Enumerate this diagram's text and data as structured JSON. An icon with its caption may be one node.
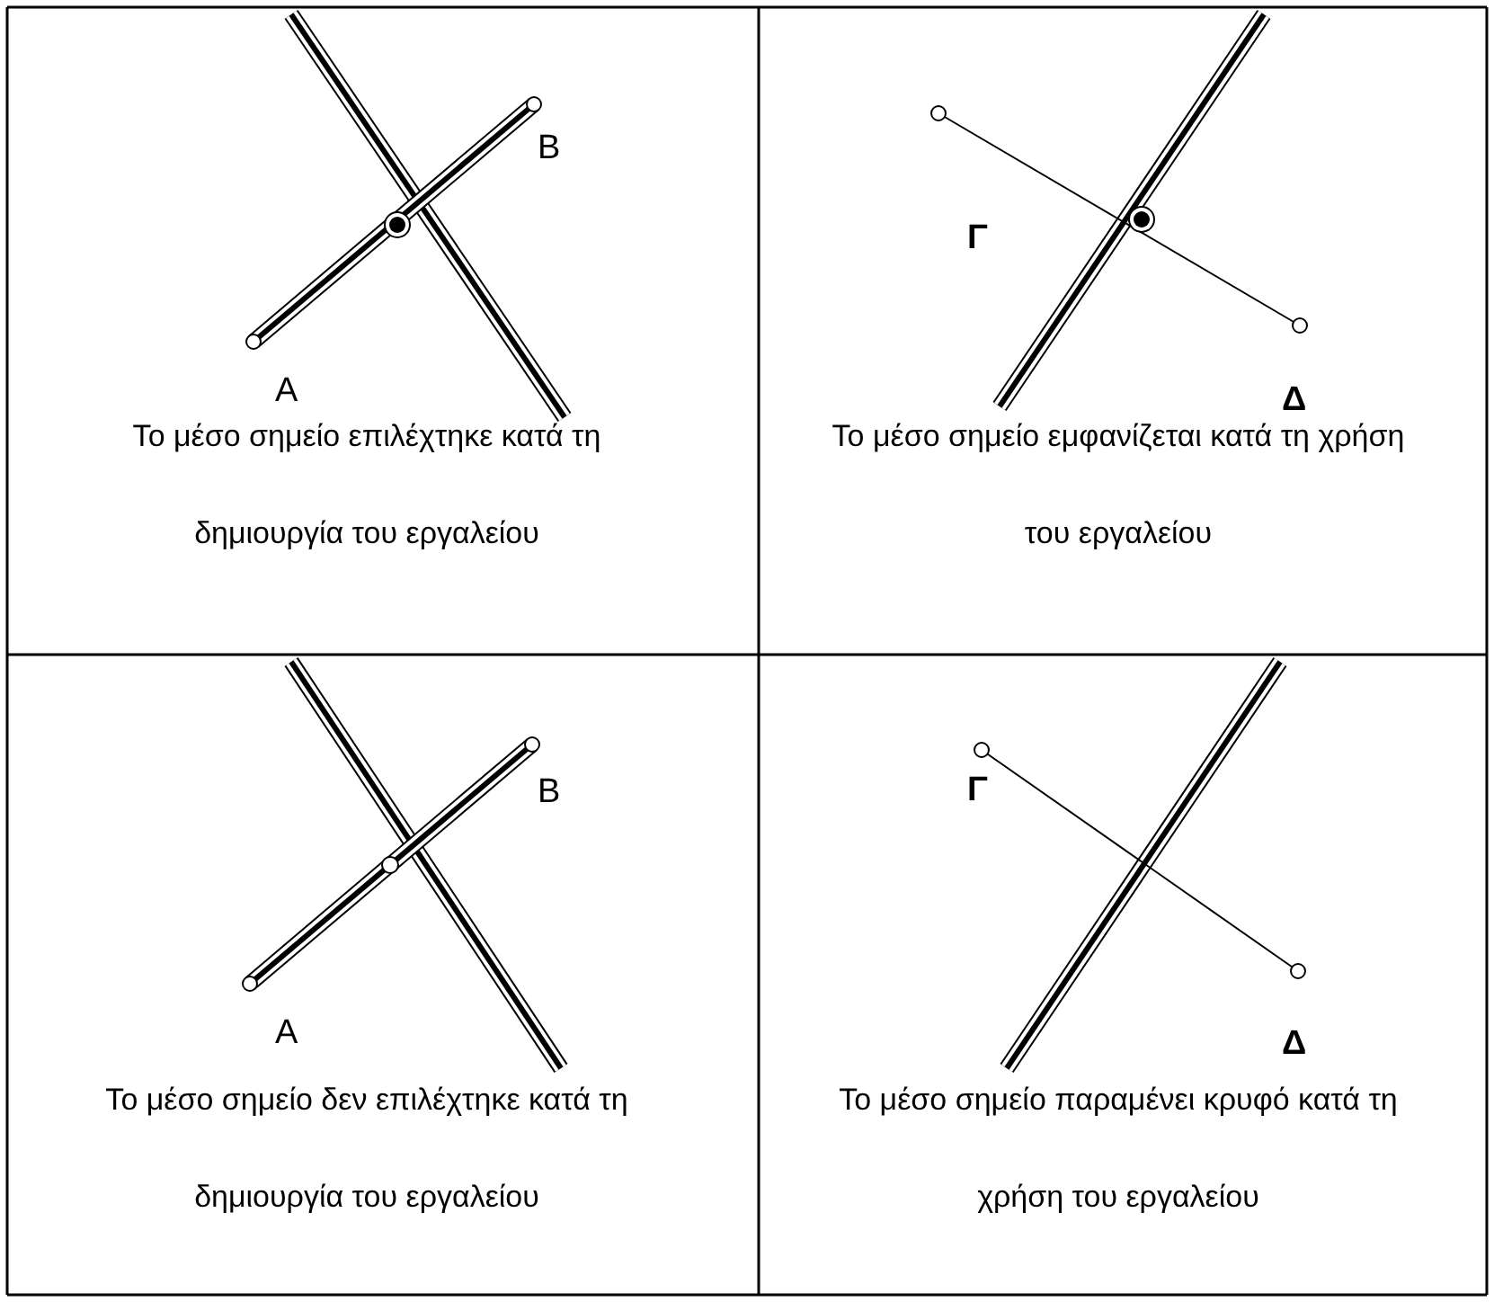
{
  "diagram": {
    "labels": [
      "B",
      "Γ",
      "A",
      "Δ",
      "Το μέσο σημείο επιλέχτηκε κατά τη δημιουργία του εργαλείου",
      "Το μέσο σημείο εμφανίζεται κατά τη χρήση του εργαλείου",
      "B",
      "Γ",
      "A",
      "Δ",
      "Το μέσο σημείο δεν επιλέχτηκε κατά τη δημιουργία του εργαλείου",
      "Το μέσο σημείο παραμένει κρυφό κατά τη χρήση του εργαλείου"
    ]
  }
}
